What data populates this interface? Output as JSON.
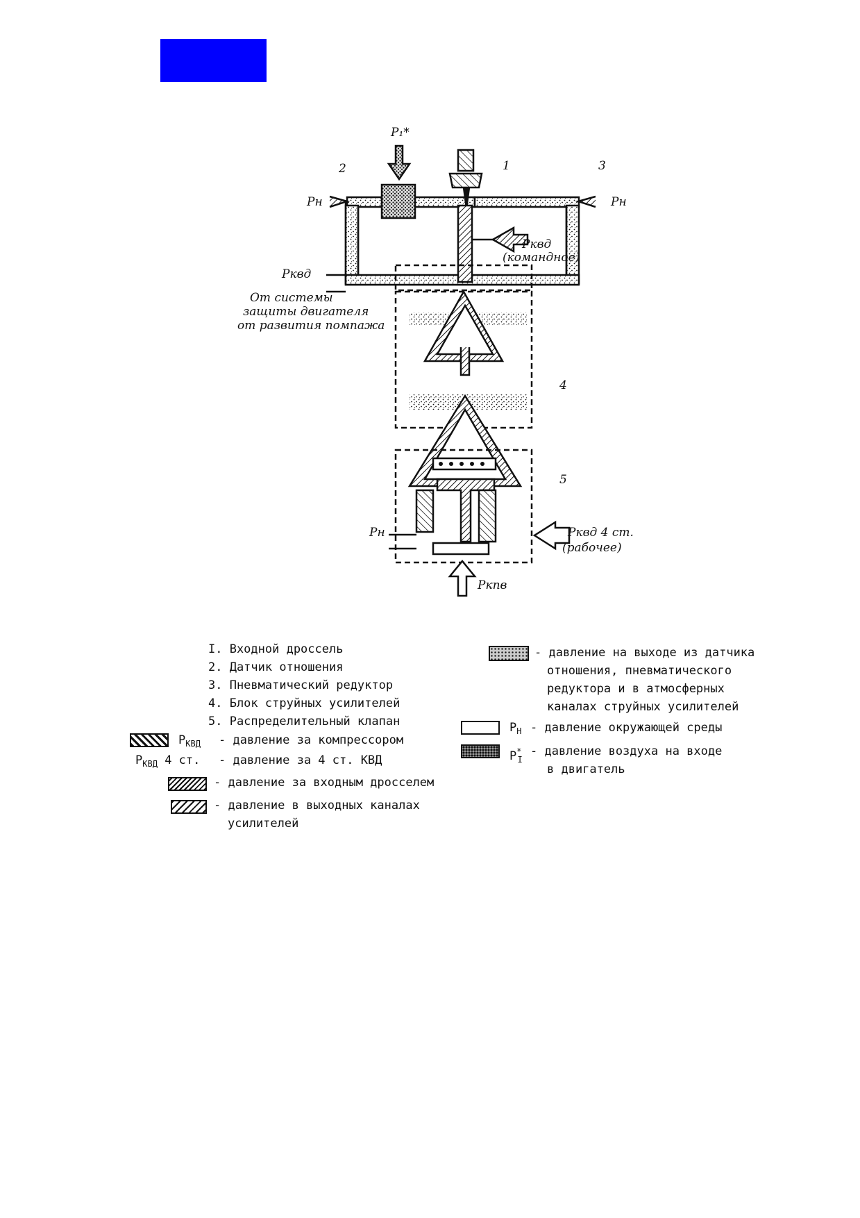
{
  "colors": {
    "blue_block": "#0000ff",
    "line": "#111111"
  },
  "diagram": {
    "labels": {
      "p1": "P₁*",
      "n1": "1",
      "n2": "2",
      "n3": "3",
      "n4": "4",
      "n5": "5",
      "ph_left": "Pн",
      "ph_right": "Pн",
      "ph_bottom": "Pн",
      "pkvd_left": "Pквд",
      "pkvd_cmd": "Pквд",
      "cmd": "(командное)",
      "from1": "От системы",
      "from2": "защиты двигателя",
      "from3": "от развития помпажа",
      "pkvd4": "Pквд 4 ст.",
      "work": "(рабочее)",
      "pkpv": "Pкпв"
    }
  },
  "legend": {
    "items": [
      "I. Входной дроссель",
      "2. Датчик отношения",
      "3. Пневматический редуктор",
      "4. Блок струйных усилителей",
      "5. Распределительный клапан"
    ],
    "pkvd_sym": "P",
    "pkvd_sub": "КВД",
    "pkvd_desc": "- давление за компрессором",
    "pkvd4_sym": "P",
    "pkvd4_sub": "КВД",
    "pkvd4_rest": "4 ст.",
    "pkvd4_desc": "- давление за 4 ст. КВД",
    "throttle_desc": "- давление за входным дросселем",
    "output_desc1": "- давление в выходных каналах",
    "output_desc2": "усилителей",
    "ratio_desc1": "- давление на выходе из датчика",
    "ratio_desc2": "отношения, пневматического",
    "ratio_desc3": "редуктора и в атмосферных",
    "ratio_desc4": "каналах струйных усилителей",
    "ph_sym": "P",
    "ph_sub": "Н",
    "ph_desc": "- давление окружающей среды",
    "p1_sym": "P",
    "p1_sup": "*",
    "p1_sub": "I",
    "p1_desc1": "- давление воздуха на входе",
    "p1_desc2": "в двигатель"
  }
}
